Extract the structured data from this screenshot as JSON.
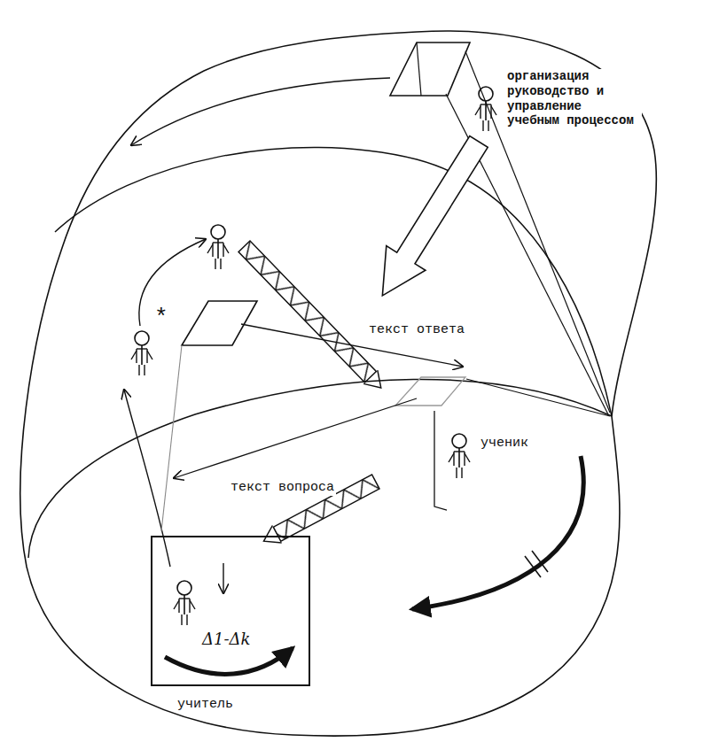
{
  "diagram": {
    "nodes": [
      {
        "text": [
          "Δ1-Δk",
          "учитель"
        ]
      }
    ],
    "labels": [
      "организация руководство и управление учебным процессом",
      "*",
      "текст ответа",
      "текст вопроса",
      "ученик"
    ]
  }
}
